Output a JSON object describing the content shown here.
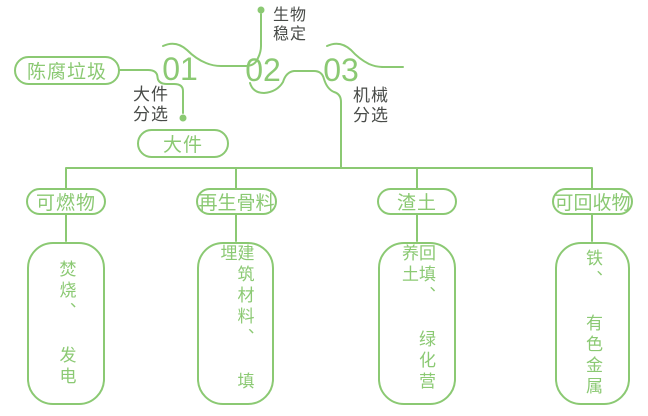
{
  "title": "waste-processing-flow",
  "flow": {
    "source": "陈腐垃圾",
    "steps": [
      {
        "number": "01",
        "process": "大件\n分选",
        "output": "大件"
      },
      {
        "number": "02",
        "process": "生物\n稳定"
      },
      {
        "number": "03",
        "process": "机械\n分选"
      }
    ],
    "branches": [
      {
        "category": "可燃物",
        "result": "焚烧、 发电"
      },
      {
        "category": "再生骨料",
        "result": "建筑材料、 填埋"
      },
      {
        "category": "渣土",
        "result": "回填、 绿化营养土"
      },
      {
        "category": "可回收物",
        "result": "铁、 有色金属"
      }
    ]
  },
  "colors": {
    "line_green": "#8bc973",
    "label_dark": "#484b48",
    "background": "#ffffff"
  }
}
